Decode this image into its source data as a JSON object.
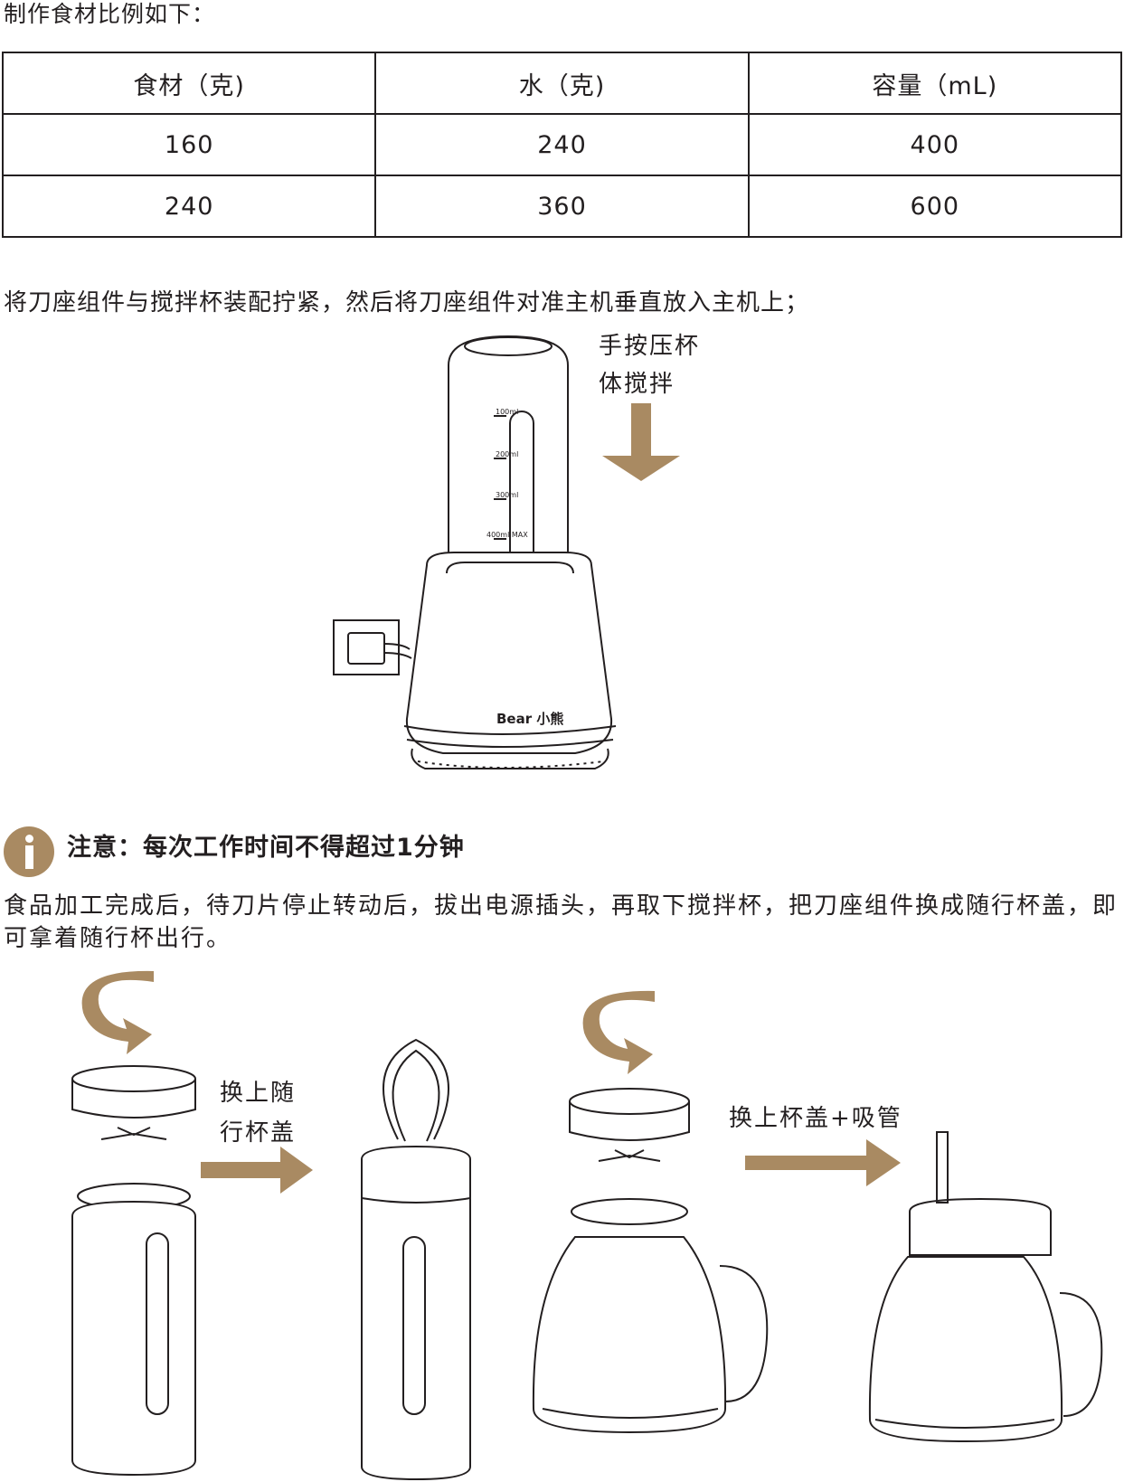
{
  "intro": "制作食材比例如下：",
  "table": {
    "headers": [
      "食材（克)",
      "水（克)",
      "容量（mL)"
    ],
    "rows": [
      [
        "160",
        "240",
        "400"
      ],
      [
        "240",
        "360",
        "600"
      ]
    ]
  },
  "step_text": "将刀座组件与搅拌杯装配拧紧，然后将刀座组件对准主机垂直放入主机上；",
  "press_label": {
    "line1": "手按压杯",
    "line2": "体搅拌"
  },
  "cup_scale": [
    "100ml",
    "200ml",
    "300ml",
    "400ml MAX"
  ],
  "brand_logo": "Bear 小熊",
  "note": {
    "title": "注意：每次工作时间不得超过1分钟",
    "icon": "info-icon",
    "body": "食品加工完成后，待刀片停止转动后，拔出电源插头，再取下搅拌杯，把刀座组件换成随行杯盖，即可拿着随行杯出行。"
  },
  "captions": {
    "left": {
      "line1": "换上随",
      "line2": "行杯盖"
    },
    "right": "换上杯盖+吸管"
  },
  "colors": {
    "accent": "#a98a62",
    "text": "#231f20",
    "line": "#231f20"
  }
}
